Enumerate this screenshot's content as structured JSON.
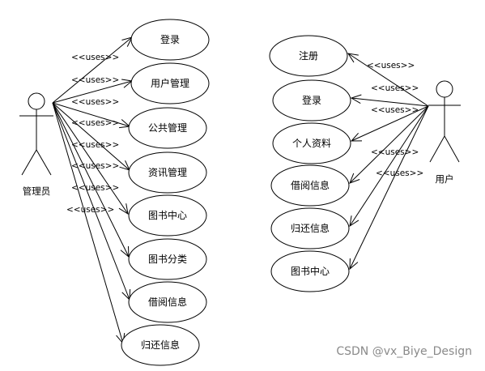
{
  "admin_actor": {
    "label": "管理员",
    "use_cases": [
      "登录",
      "用户管理",
      "公共管理",
      "资讯管理",
      "图书中心",
      "图书分类",
      "借阅信息",
      "归还信息"
    ],
    "stereotypes": [
      "<<uses>>",
      "<<uses>>",
      "<<uses>>",
      "<<uses>>",
      "<<uses>>",
      "<<uses>>",
      "<<uses>>",
      "<<uses>>"
    ]
  },
  "user_actor": {
    "label": "用户",
    "use_cases": [
      "注册",
      "登录",
      "个人资料",
      "借阅信息",
      "归还信息",
      "图书中心"
    ],
    "stereotypes": [
      "<<uses>>",
      "<<uses>>",
      "<<uses>>",
      "<<uses>>",
      "<<uses>>"
    ]
  },
  "watermark": "CSDN @vx_Biye_Design",
  "colors": {
    "stroke": "#000000",
    "background": "#ffffff",
    "watermark": "#8a8a8a"
  }
}
